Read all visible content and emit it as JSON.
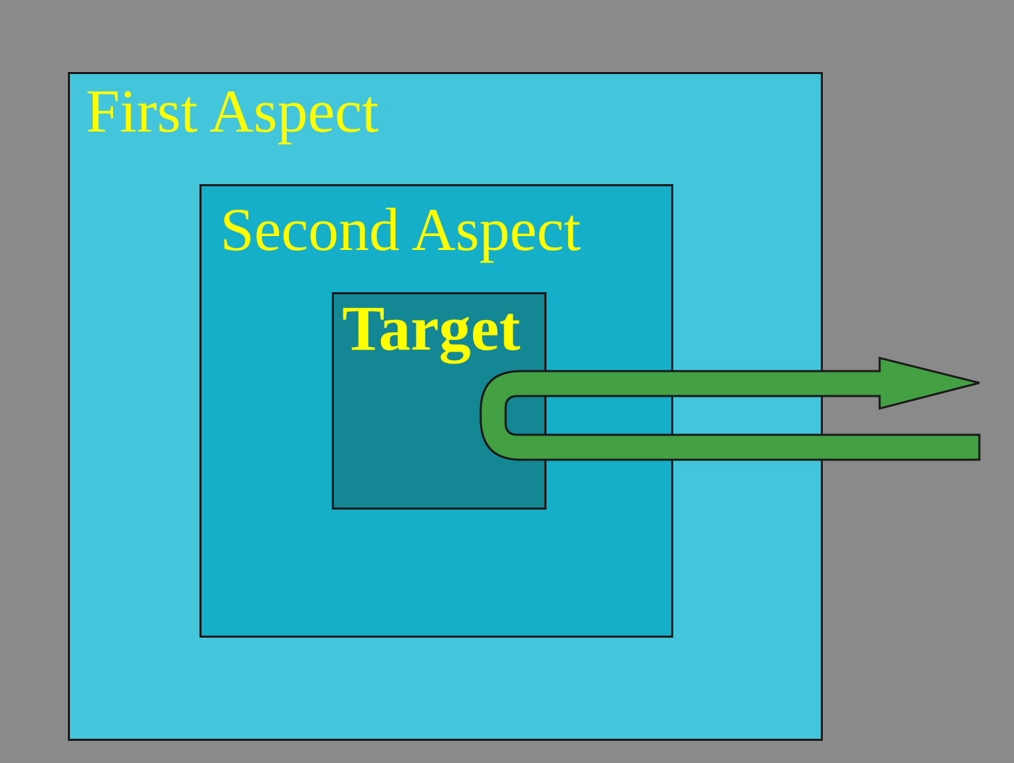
{
  "diagram": {
    "background_color": "#8a8a8a",
    "outer_box": {
      "label": "First Aspect",
      "fill": "#43c5db"
    },
    "middle_box": {
      "label": "Second Aspect",
      "fill": "#16afc9"
    },
    "inner_box": {
      "label": "Target",
      "fill": "#138894"
    },
    "label_color": "#ffff00",
    "arrow": {
      "fill": "#43a143",
      "shape": "u-turn-arrow-pointing-right"
    }
  }
}
